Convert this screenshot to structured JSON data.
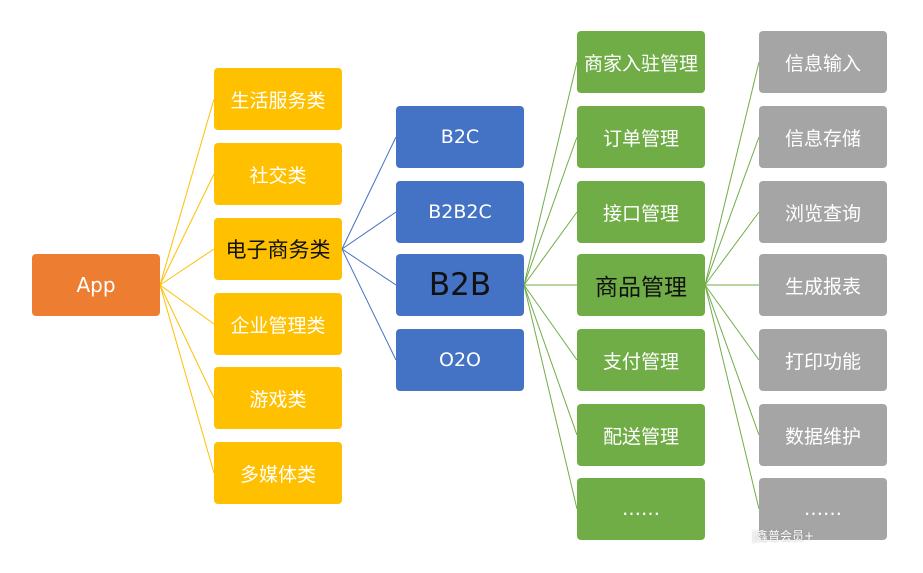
{
  "colors": {
    "root": "#ED7D31",
    "category": "#FFC000",
    "mode": "#4472C4",
    "module": "#70AD47",
    "function": "#A5A5A5"
  },
  "root": {
    "label": "App"
  },
  "categories": [
    {
      "label": "生活服务类"
    },
    {
      "label": "社交类"
    },
    {
      "label": "电子商务类"
    },
    {
      "label": "企业管理类"
    },
    {
      "label": "游戏类"
    },
    {
      "label": "多媒体类"
    }
  ],
  "modes": [
    {
      "label": "B2C"
    },
    {
      "label": "B2B2C"
    },
    {
      "label": "B2B"
    },
    {
      "label": "O2O"
    }
  ],
  "modules": [
    {
      "label": "商家入驻管理"
    },
    {
      "label": "订单管理"
    },
    {
      "label": "接口管理"
    },
    {
      "label": "商品管理"
    },
    {
      "label": "支付管理"
    },
    {
      "label": "配送管理"
    },
    {
      "label": "……"
    }
  ],
  "functions": [
    {
      "label": "信息输入"
    },
    {
      "label": "信息存储"
    },
    {
      "label": "浏览查询"
    },
    {
      "label": "生成报表"
    },
    {
      "label": "打印功能"
    },
    {
      "label": "数据维护"
    },
    {
      "label": "……"
    }
  ],
  "watermark": "|鑫普会员+"
}
